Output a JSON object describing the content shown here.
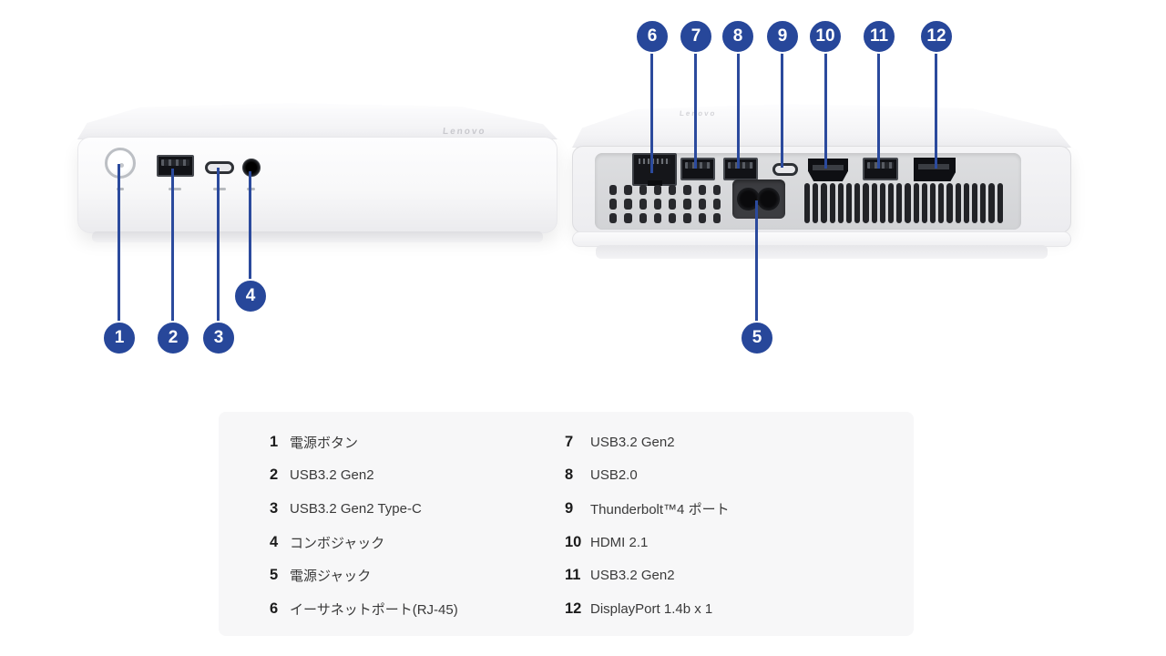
{
  "colors": {
    "badge_bg": "#27479a",
    "line": "#2b4a9d",
    "legend_bg": "#f7f7f8",
    "legend_number": "#1c1c1c",
    "legend_label": "#3a3a3a",
    "device_body": "#f6f6f8",
    "port_black": "#111216"
  },
  "front_view": {
    "brand_text": "Lenovo",
    "ports": [
      "power-button",
      "usb-a-port",
      "usb-c-port",
      "combo-jack"
    ]
  },
  "rear_view": {
    "brand_text": "Lenovo",
    "ports": [
      "ethernet-port",
      "usb-a-port",
      "usb-a-port",
      "thunderbolt4-port",
      "hdmi-port",
      "usb-a-port",
      "displayport",
      "power-jack"
    ]
  },
  "callouts": [
    {
      "num": "1",
      "target": "power-button"
    },
    {
      "num": "2",
      "target": "usb-a-port"
    },
    {
      "num": "3",
      "target": "usb-c-port"
    },
    {
      "num": "4",
      "target": "combo-jack"
    },
    {
      "num": "5",
      "target": "power-jack"
    },
    {
      "num": "6",
      "target": "ethernet-port"
    },
    {
      "num": "7",
      "target": "usb-a-port"
    },
    {
      "num": "8",
      "target": "usb2-port"
    },
    {
      "num": "9",
      "target": "thunderbolt4-port"
    },
    {
      "num": "10",
      "target": "hdmi-port"
    },
    {
      "num": "11",
      "target": "usb-a-port"
    },
    {
      "num": "12",
      "target": "displayport"
    }
  ],
  "legend": {
    "left_column": [
      {
        "num": "1",
        "label": "電源ボタン"
      },
      {
        "num": "2",
        "label": "USB3.2 Gen2"
      },
      {
        "num": "3",
        "label": "USB3.2 Gen2 Type-C"
      },
      {
        "num": "4",
        "label": "コンボジャック"
      },
      {
        "num": "5",
        "label": "電源ジャック"
      },
      {
        "num": "6",
        "label": "イーサネットポート(RJ-45)"
      }
    ],
    "right_column": [
      {
        "num": "7",
        "label": "USB3.2 Gen2"
      },
      {
        "num": "8",
        "label": "USB2.0"
      },
      {
        "num": "9",
        "label": "Thunderbolt™4 ポート"
      },
      {
        "num": "10",
        "label": "HDMI 2.1"
      },
      {
        "num": "11",
        "label": "USB3.2 Gen2"
      },
      {
        "num": "12",
        "label": "DisplayPort 1.4b x 1"
      }
    ]
  }
}
